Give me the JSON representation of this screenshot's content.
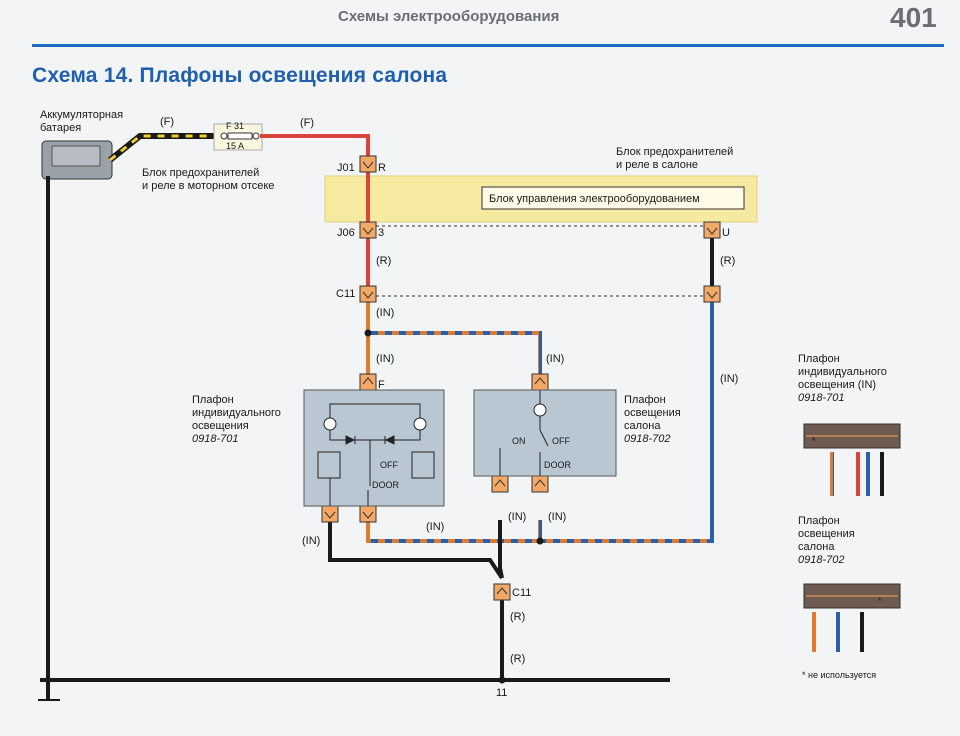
{
  "header": {
    "section": "Схемы электрооборудования",
    "page": "401"
  },
  "title": "Схема 14. Плафоны освещения салона",
  "battery": {
    "line1": "Аккумуляторная",
    "line2": "батарея"
  },
  "fuse": {
    "id": "F 31",
    "rating": "15 A"
  },
  "engine_fuse_block": {
    "line1": "Блок предохранителей",
    "line2": "и реле в моторном отсеке"
  },
  "cabin_fuse_block": {
    "line1": "Блок предохранителей",
    "line2": "и реле в салоне"
  },
  "control_unit": "Блок управления электрооборудованием",
  "wire_codes": {
    "f1": "(F)",
    "f2": "(F)",
    "r1": "(R)",
    "r2": "(R)",
    "r3": "(R)",
    "r4": "(R)",
    "in1": "(IN)",
    "in2": "(IN)",
    "in3": "(IN)",
    "in4": "(IN)",
    "in5": "(IN)",
    "in6": "(IN)",
    "in7": "(IN)"
  },
  "connectors": {
    "j01": "J01",
    "j01_pin": "R",
    "j06": "J06",
    "j06_pin": "3",
    "c11_top": "C11",
    "u_pin": "U",
    "f_pin": "F",
    "c11_bottom": "C11",
    "ground_pin": "11"
  },
  "lamp_individual": {
    "line1": "Плафон",
    "line2": "индивидуального",
    "line3": "освещения",
    "part": "0918-701",
    "off": "OFF",
    "door": "DOOR"
  },
  "lamp_cabin": {
    "line1": "Плафон",
    "line2": "освещения",
    "line3": "салона",
    "part": "0918-702",
    "on": "ON",
    "off": "OFF",
    "door": "DOOR"
  },
  "legend_individual": {
    "line1": "Плафон",
    "line2": "индивидуального",
    "line3": "освещения (IN)",
    "part": "0918-701"
  },
  "legend_cabin": {
    "line1": "Плафон",
    "line2": "освещения",
    "line3": "салона",
    "part": "0918-702"
  },
  "legend_note": "* не используется",
  "colors": {
    "red": "#d9453a",
    "blue": "#2c5fa8",
    "orange": "#e07a2e",
    "black": "#1a1a1a",
    "yellow": "#f6eaa0",
    "box": "#b9c7d3"
  }
}
